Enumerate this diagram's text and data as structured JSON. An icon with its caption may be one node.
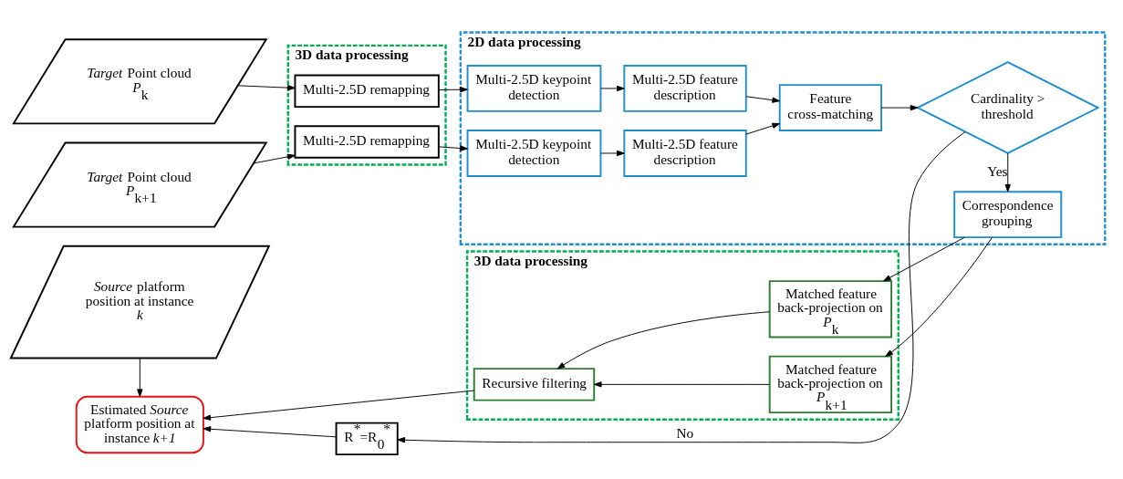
{
  "diagram": {
    "nodes": [
      {
        "text": [
          "*Target* Point cloud *P*$_{k}$"
        ]
      },
      {
        "text": [
          "*Target* Point cloud *P*$_{k+1}$"
        ]
      },
      {
        "text": [
          "3D data processing"
        ]
      },
      {
        "text": [
          "Multi-2.5D remapping"
        ],
        "in": 2
      },
      {
        "text": [
          "Multi-2.5D remapping"
        ],
        "in": 2
      },
      {
        "text": [
          "2D data processing"
        ]
      },
      {
        "text": [
          "Multi-2.5D keypoint detection"
        ],
        "in": 5
      },
      {
        "text": [
          "Multi-2.5D feature description"
        ],
        "in": 5
      },
      {
        "text": [
          "Multi-2.5D keypoint detection"
        ],
        "in": 5
      },
      {
        "text": [
          "Multi-2.5D feature description"
        ],
        "in": 5
      },
      {
        "text": [
          "Feature cross-matching"
        ],
        "in": 5
      },
      {
        "text": [
          "Cardinality > threshold"
        ],
        "in": 5
      },
      {
        "text": [
          "Correspondence grouping"
        ],
        "in": 5
      },
      {
        "text": [
          "*Source* platform position at instance *k*"
        ]
      },
      {
        "text": [
          "R$^{*}$=R$_{0}$$^{*}$"
        ]
      },
      {
        "text": [
          "Estimated *Source* platform position at instance *k+1*"
        ]
      },
      {
        "text": [
          "3D data processing"
        ]
      },
      {
        "text": [
          "Matched feature back-projection on *P*$_{k+1}$"
        ],
        "in": 16
      },
      {
        "text": [
          "Matched feature back-projection on *P*$_{k}$"
        ],
        "in": 16
      },
      {
        "text": [
          "Recursive filtering"
        ],
        "in": 16
      }
    ],
    "edges": [
      {
        "from": 0,
        "to": 3,
        "arrow": "to"
      },
      {
        "from": 1,
        "to": 4,
        "arrow": "to"
      },
      {
        "from": 3,
        "to": 6,
        "arrow": "to"
      },
      {
        "from": 4,
        "to": 8,
        "arrow": "to"
      },
      {
        "from": 6,
        "to": 7,
        "arrow": "to"
      },
      {
        "from": 8,
        "to": 9,
        "arrow": "to"
      },
      {
        "from": 7,
        "to": 10,
        "arrow": "to"
      },
      {
        "from": 9,
        "to": 10,
        "arrow": "to"
      },
      {
        "from": 10,
        "to": 11,
        "arrow": "to"
      },
      {
        "from": 11,
        "to": 14,
        "arrow": "to",
        "label": "No"
      },
      {
        "from": 11,
        "to": 12,
        "arrow": "to",
        "label": "Yes"
      },
      {
        "from": 12,
        "to": 17,
        "arrow": "to"
      },
      {
        "from": 12,
        "to": 18,
        "arrow": "to"
      },
      {
        "from": 17,
        "to": 19,
        "arrow": "to"
      },
      {
        "from": 18,
        "to": 19,
        "arrow": "to"
      },
      {
        "from": 19,
        "to": 15,
        "arrow": "to"
      },
      {
        "from": 14,
        "to": 15,
        "arrow": "to"
      },
      {
        "from": 13,
        "to": 15,
        "arrow": "to"
      }
    ]
  }
}
